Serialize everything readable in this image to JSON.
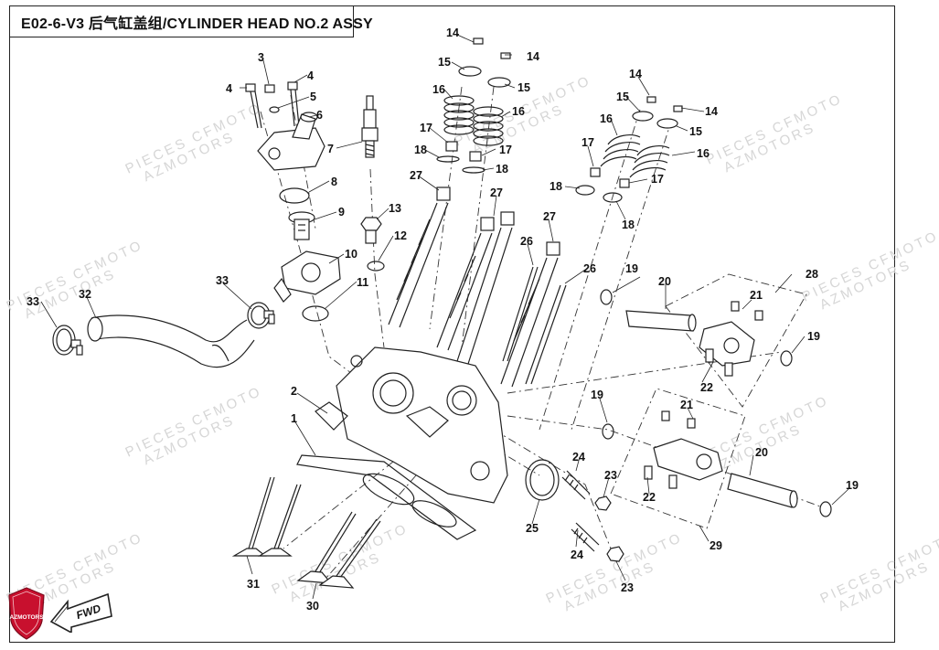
{
  "diagram": {
    "title": "E02-6-V3 后气缸盖组/CYLINDER HEAD NO.2  ASSY",
    "watermark_line1": "PIECES CFMOTO",
    "watermark_line2": "AZMOTORS",
    "brand_logo_text": "AZMOTORS",
    "fwd_label": "FWD",
    "callouts": [
      {
        "id": "c1",
        "label": "1"
      },
      {
        "id": "c2",
        "label": "2"
      },
      {
        "id": "c3",
        "label": "3"
      },
      {
        "id": "c4a",
        "label": "4"
      },
      {
        "id": "c4b",
        "label": "4"
      },
      {
        "id": "c5",
        "label": "5"
      },
      {
        "id": "c6",
        "label": "6"
      },
      {
        "id": "c7",
        "label": "7"
      },
      {
        "id": "c8",
        "label": "8"
      },
      {
        "id": "c9",
        "label": "9"
      },
      {
        "id": "c10",
        "label": "10"
      },
      {
        "id": "c11",
        "label": "11"
      },
      {
        "id": "c12",
        "label": "12"
      },
      {
        "id": "c13",
        "label": "13"
      },
      {
        "id": "c14a",
        "label": "14"
      },
      {
        "id": "c14b",
        "label": "14"
      },
      {
        "id": "c14c",
        "label": "14"
      },
      {
        "id": "c14d",
        "label": "14"
      },
      {
        "id": "c15a",
        "label": "15"
      },
      {
        "id": "c15b",
        "label": "15"
      },
      {
        "id": "c15c",
        "label": "15"
      },
      {
        "id": "c15d",
        "label": "15"
      },
      {
        "id": "c16a",
        "label": "16"
      },
      {
        "id": "c16b",
        "label": "16"
      },
      {
        "id": "c16c",
        "label": "16"
      },
      {
        "id": "c16d",
        "label": "16"
      },
      {
        "id": "c17a",
        "label": "17"
      },
      {
        "id": "c17b",
        "label": "17"
      },
      {
        "id": "c17c",
        "label": "17"
      },
      {
        "id": "c17d",
        "label": "17"
      },
      {
        "id": "c18a",
        "label": "18"
      },
      {
        "id": "c18b",
        "label": "18"
      },
      {
        "id": "c18c",
        "label": "18"
      },
      {
        "id": "c18d",
        "label": "18"
      },
      {
        "id": "c19a",
        "label": "19"
      },
      {
        "id": "c19b",
        "label": "19"
      },
      {
        "id": "c19c",
        "label": "19"
      },
      {
        "id": "c19d",
        "label": "19"
      },
      {
        "id": "c20a",
        "label": "20"
      },
      {
        "id": "c20b",
        "label": "20"
      },
      {
        "id": "c21a",
        "label": "21"
      },
      {
        "id": "c21b",
        "label": "21"
      },
      {
        "id": "c22a",
        "label": "22"
      },
      {
        "id": "c22b",
        "label": "22"
      },
      {
        "id": "c23a",
        "label": "23"
      },
      {
        "id": "c23b",
        "label": "23"
      },
      {
        "id": "c24a",
        "label": "24"
      },
      {
        "id": "c24b",
        "label": "24"
      },
      {
        "id": "c25",
        "label": "25"
      },
      {
        "id": "c26a",
        "label": "26"
      },
      {
        "id": "c26b",
        "label": "26"
      },
      {
        "id": "c27a",
        "label": "27"
      },
      {
        "id": "c27b",
        "label": "27"
      },
      {
        "id": "c27c",
        "label": "27"
      },
      {
        "id": "c28",
        "label": "28"
      },
      {
        "id": "c29",
        "label": "29"
      },
      {
        "id": "c30",
        "label": "30"
      },
      {
        "id": "c31",
        "label": "31"
      },
      {
        "id": "c32",
        "label": "32"
      },
      {
        "id": "c33a",
        "label": "33"
      },
      {
        "id": "c33b",
        "label": "33"
      }
    ]
  }
}
